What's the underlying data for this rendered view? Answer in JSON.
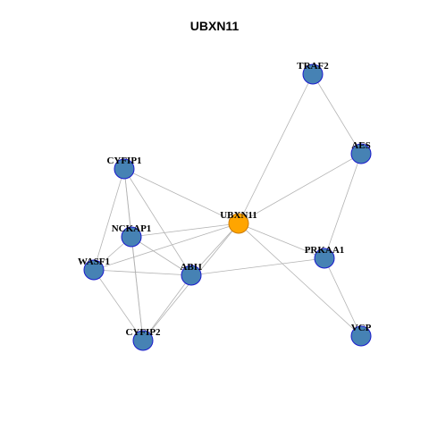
{
  "title": "UBXN11",
  "colors": {
    "node_fill": "#4682B4",
    "node_stroke": "#1A1ACD",
    "hub_fill": "#FFA500",
    "hub_stroke": "#CC7A00",
    "edge": "#B3B3B3"
  },
  "nodes": [
    {
      "id": "TRAF2",
      "label": "TRAF2",
      "hub": false
    },
    {
      "id": "AES",
      "label": "AES",
      "hub": false
    },
    {
      "id": "CYFIP1",
      "label": "CYFIP1",
      "hub": false
    },
    {
      "id": "UBXN11",
      "label": "UBXN11",
      "hub": true
    },
    {
      "id": "NCKAP1",
      "label": "NCKAP1",
      "hub": false
    },
    {
      "id": "PRKAA1",
      "label": "PRKAA1",
      "hub": false
    },
    {
      "id": "WASF1",
      "label": "WASF1",
      "hub": false
    },
    {
      "id": "ABI1",
      "label": "ABI1",
      "hub": false
    },
    {
      "id": "CYFIP2",
      "label": "CYFIP2",
      "hub": false
    },
    {
      "id": "VCP",
      "label": "VCP",
      "hub": false
    }
  ],
  "edges": [
    [
      "TRAF2",
      "UBXN11"
    ],
    [
      "TRAF2",
      "AES"
    ],
    [
      "AES",
      "UBXN11"
    ],
    [
      "AES",
      "PRKAA1"
    ],
    [
      "UBXN11",
      "CYFIP1"
    ],
    [
      "UBXN11",
      "NCKAP1"
    ],
    [
      "UBXN11",
      "WASF1"
    ],
    [
      "UBXN11",
      "ABI1"
    ],
    [
      "UBXN11",
      "CYFIP2"
    ],
    [
      "UBXN11",
      "PRKAA1"
    ],
    [
      "UBXN11",
      "VCP"
    ],
    [
      "PRKAA1",
      "VCP"
    ],
    [
      "PRKAA1",
      "ABI1"
    ],
    [
      "CYFIP1",
      "NCKAP1"
    ],
    [
      "CYFIP1",
      "WASF1"
    ],
    [
      "CYFIP1",
      "ABI1"
    ],
    [
      "CYFIP1",
      "CYFIP2"
    ],
    [
      "NCKAP1",
      "WASF1"
    ],
    [
      "NCKAP1",
      "ABI1"
    ],
    [
      "NCKAP1",
      "CYFIP2"
    ],
    [
      "WASF1",
      "ABI1"
    ],
    [
      "WASF1",
      "CYFIP2"
    ],
    [
      "ABI1",
      "CYFIP2"
    ]
  ]
}
